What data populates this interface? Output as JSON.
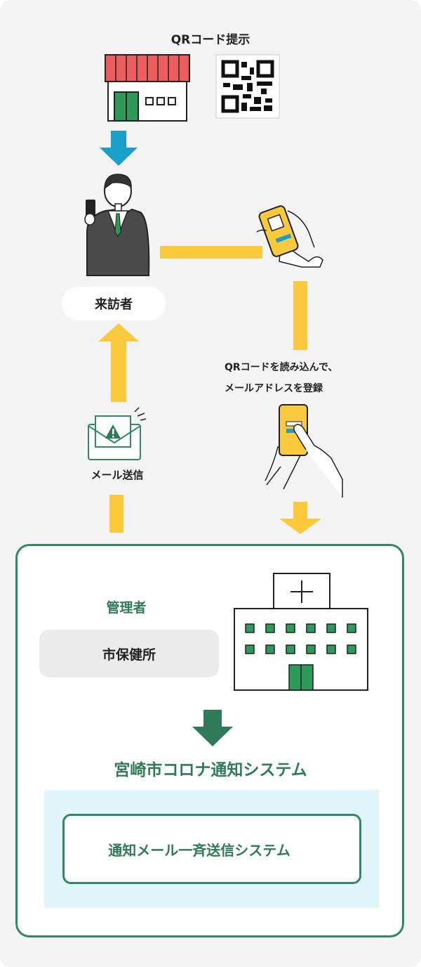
{
  "diagram": {
    "qr_display_label": "QRコード提示",
    "visitor_label": "来訪者",
    "scan_register_lines": [
      "QRコードを読み込んで、",
      "メールアドレスを登録"
    ],
    "send_mail_label": "メール送信",
    "manager_label": "管理者",
    "health_center_label": "市保健所",
    "system_name": "宮崎市コロナ通知システム",
    "subsystem_name": "通知メール一斉送信システム"
  },
  "colors": {
    "flow_yellow": "#fbc93d",
    "arrow_blue": "#1aa0c8",
    "brand_green": "#2f8a63",
    "light_blue_bg": "#e0f6fb"
  },
  "icons": [
    "shop-icon",
    "qr-code-icon",
    "visitor-person-icon",
    "phone-qr-scan-icon",
    "phone-tap-icon",
    "mail-alert-icon",
    "hospital-building-icon"
  ]
}
